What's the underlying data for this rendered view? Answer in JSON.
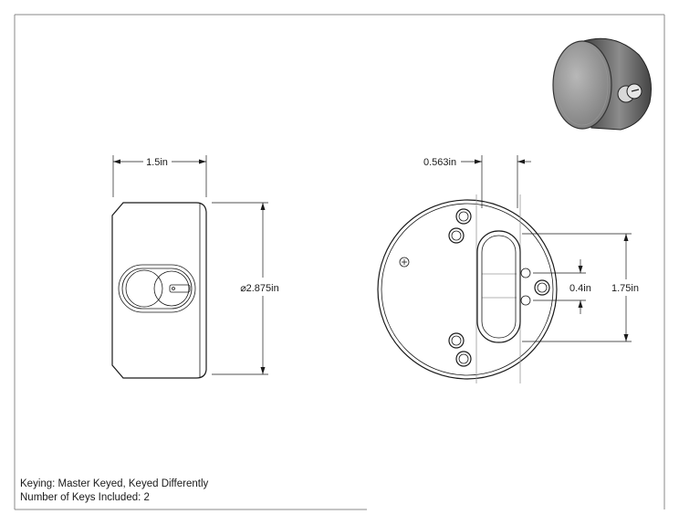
{
  "dimensions": {
    "width": "1.5in",
    "diameter_symbol": "⌀",
    "diameter_value": "2.875in",
    "offset": "0.563in",
    "hole_spacing": "0.4in",
    "slot_height": "1.75in"
  },
  "notes": {
    "keying": "Keying: Master Keyed, Keyed Differently",
    "num_keys": "Number of Keys Included: 2"
  }
}
